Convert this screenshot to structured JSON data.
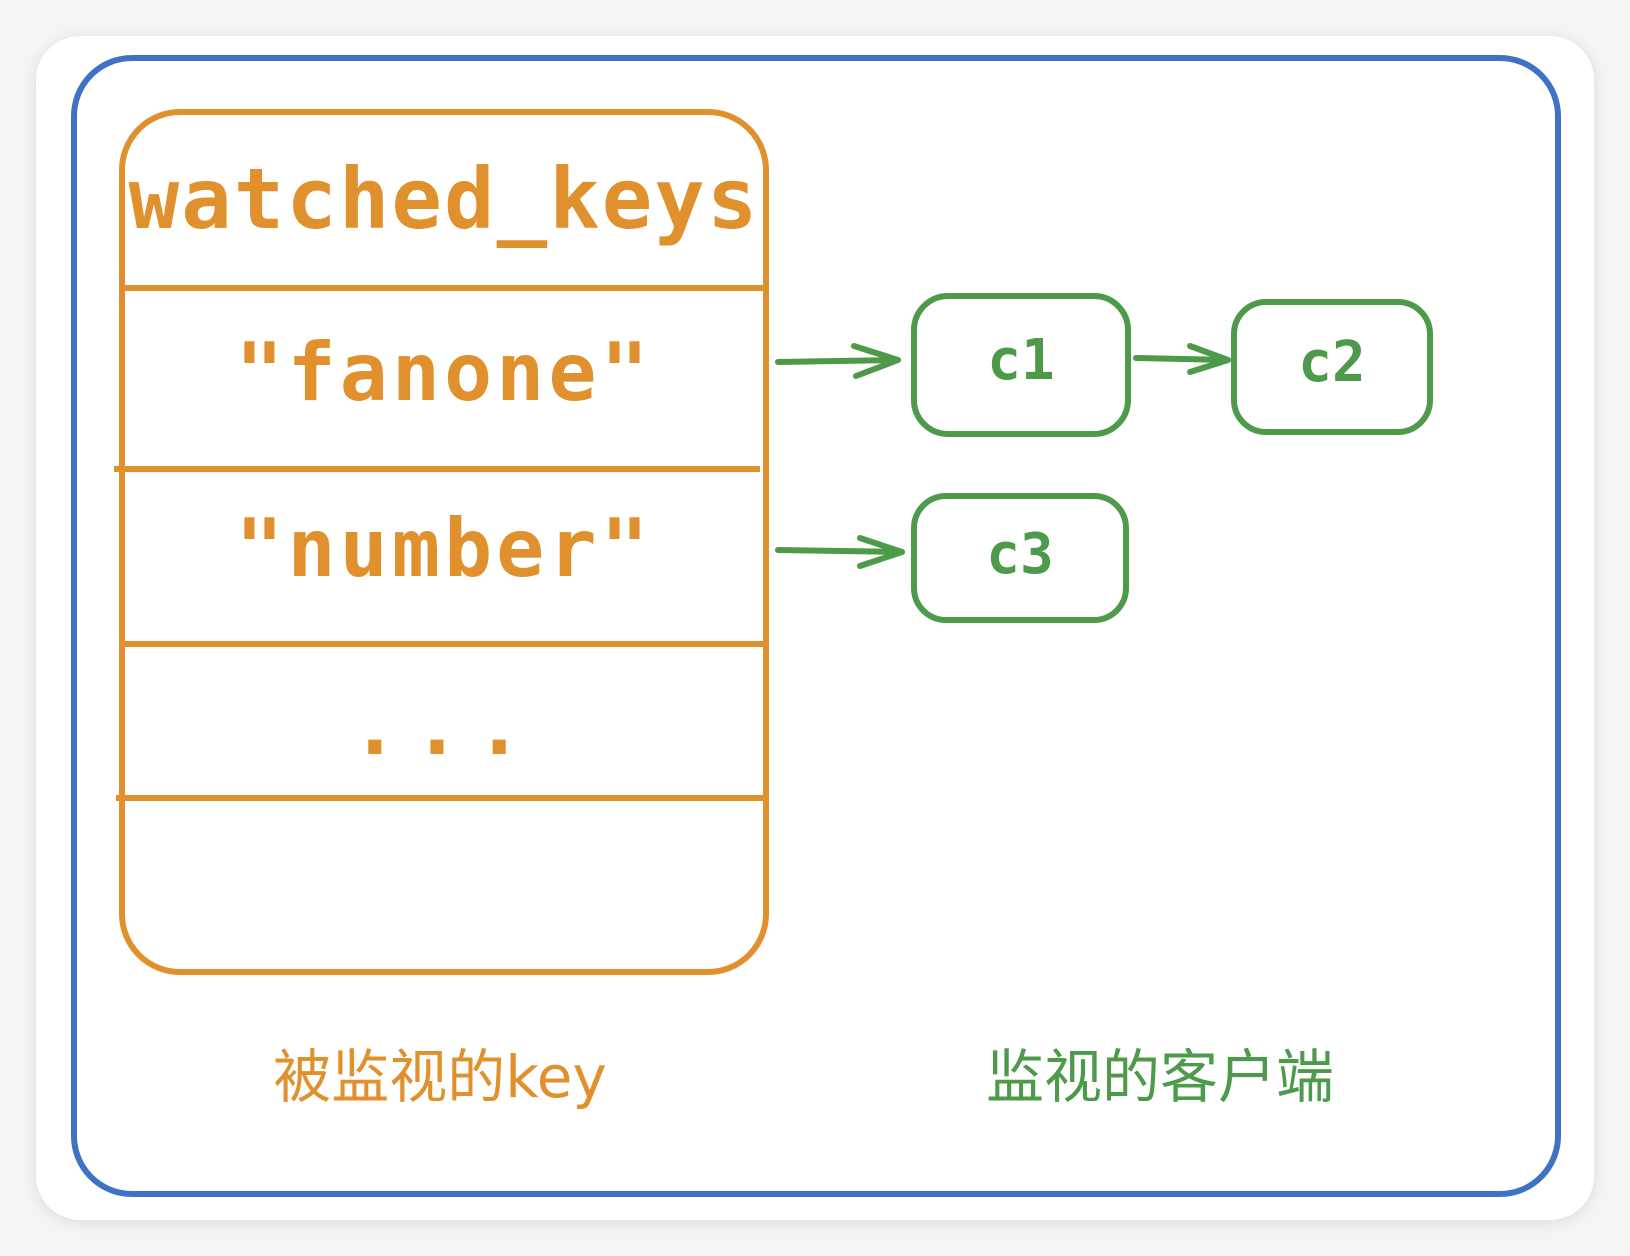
{
  "table": {
    "header": "watched_keys",
    "rows": [
      "\"fanone\"",
      "\"number\"",
      "...",
      ""
    ]
  },
  "clients": {
    "c1": "c1",
    "c2": "c2",
    "c3": "c3"
  },
  "captions": {
    "keys": "被监视的key",
    "clients": "监视的客户端"
  },
  "colors": {
    "frame": "#3f72c4",
    "keys": "#e0912e",
    "clients": "#4d9a4a"
  }
}
